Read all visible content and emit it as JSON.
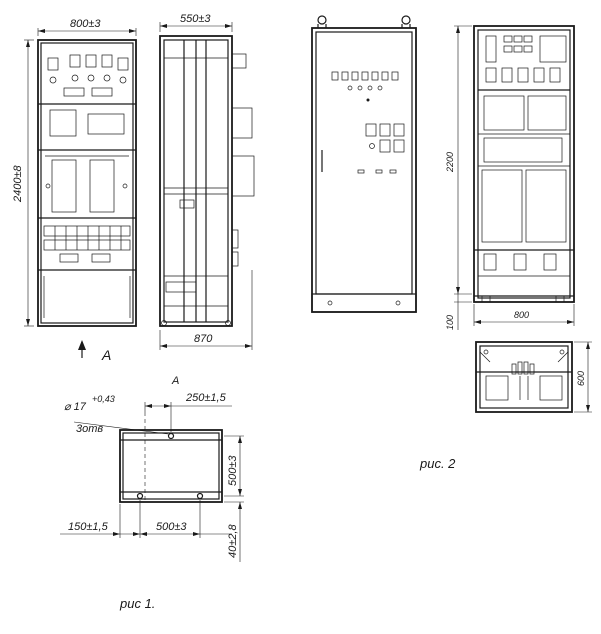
{
  "figure1": {
    "caption": "рис 1.",
    "front_width": "800±3",
    "front_height": "2400±8",
    "side_depth_top": "550±3",
    "side_depth_bottom": "870",
    "view_arrow": "A",
    "plan_view_label": "A",
    "hole_diameter": "⌀ 17",
    "hole_tolerance": "+0,43",
    "hole_count": "3отв",
    "plan_offset_top": "250±1,5",
    "plan_depth": "500±3",
    "plan_offset_left": "150±1,5",
    "plan_width": "500±3",
    "plan_base": "40±2,8"
  },
  "figure2": {
    "caption": "рис. 2",
    "height": "2200",
    "plinth": "100",
    "width": "800",
    "depth": "600"
  }
}
